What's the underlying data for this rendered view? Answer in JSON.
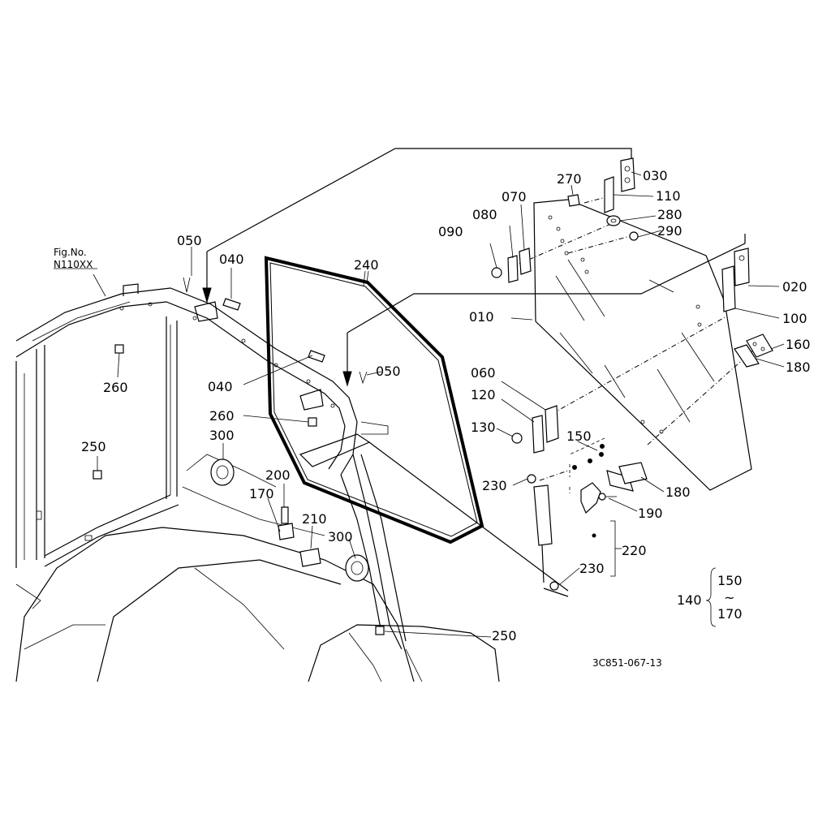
{
  "figure": {
    "fig_no_label": "Fig.No.",
    "fig_no_value": "N110XX",
    "drawing_code": "3C851-067-13"
  },
  "callouts": {
    "p010": "010",
    "p020": "020",
    "p030": "030",
    "p040a": "040",
    "p040b": "040",
    "p050a": "050",
    "p050b": "050",
    "p060": "060",
    "p070": "070",
    "p080": "080",
    "p090": "090",
    "p100": "100",
    "p110": "110",
    "p120": "120",
    "p130": "130",
    "p150": "150",
    "p160": "160",
    "p170": "170",
    "p180a": "180",
    "p180b": "180",
    "p190": "190",
    "p200": "200",
    "p210": "210",
    "p220": "220",
    "p230a": "230",
    "p230b": "230",
    "p240": "240",
    "p250a": "250",
    "p250b": "250",
    "p260a": "260",
    "p260b": "260",
    "p270": "270",
    "p280": "280",
    "p290": "290",
    "p300a": "300",
    "p300b": "300"
  },
  "kit": {
    "kit_number": "140",
    "range_start": "150",
    "range_tilde": "~",
    "range_end": "170"
  }
}
